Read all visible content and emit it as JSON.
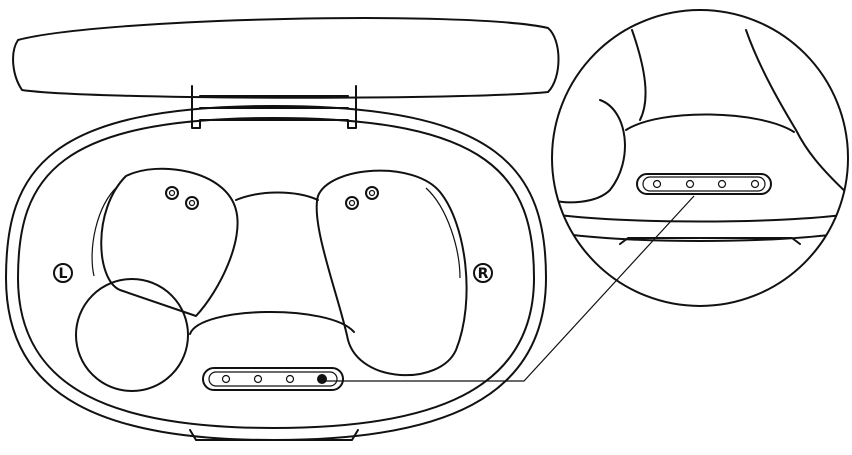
{
  "labels": {
    "left": "L",
    "right": "R"
  },
  "indicator": {
    "led_count": 4,
    "lit_index_main": 3
  }
}
